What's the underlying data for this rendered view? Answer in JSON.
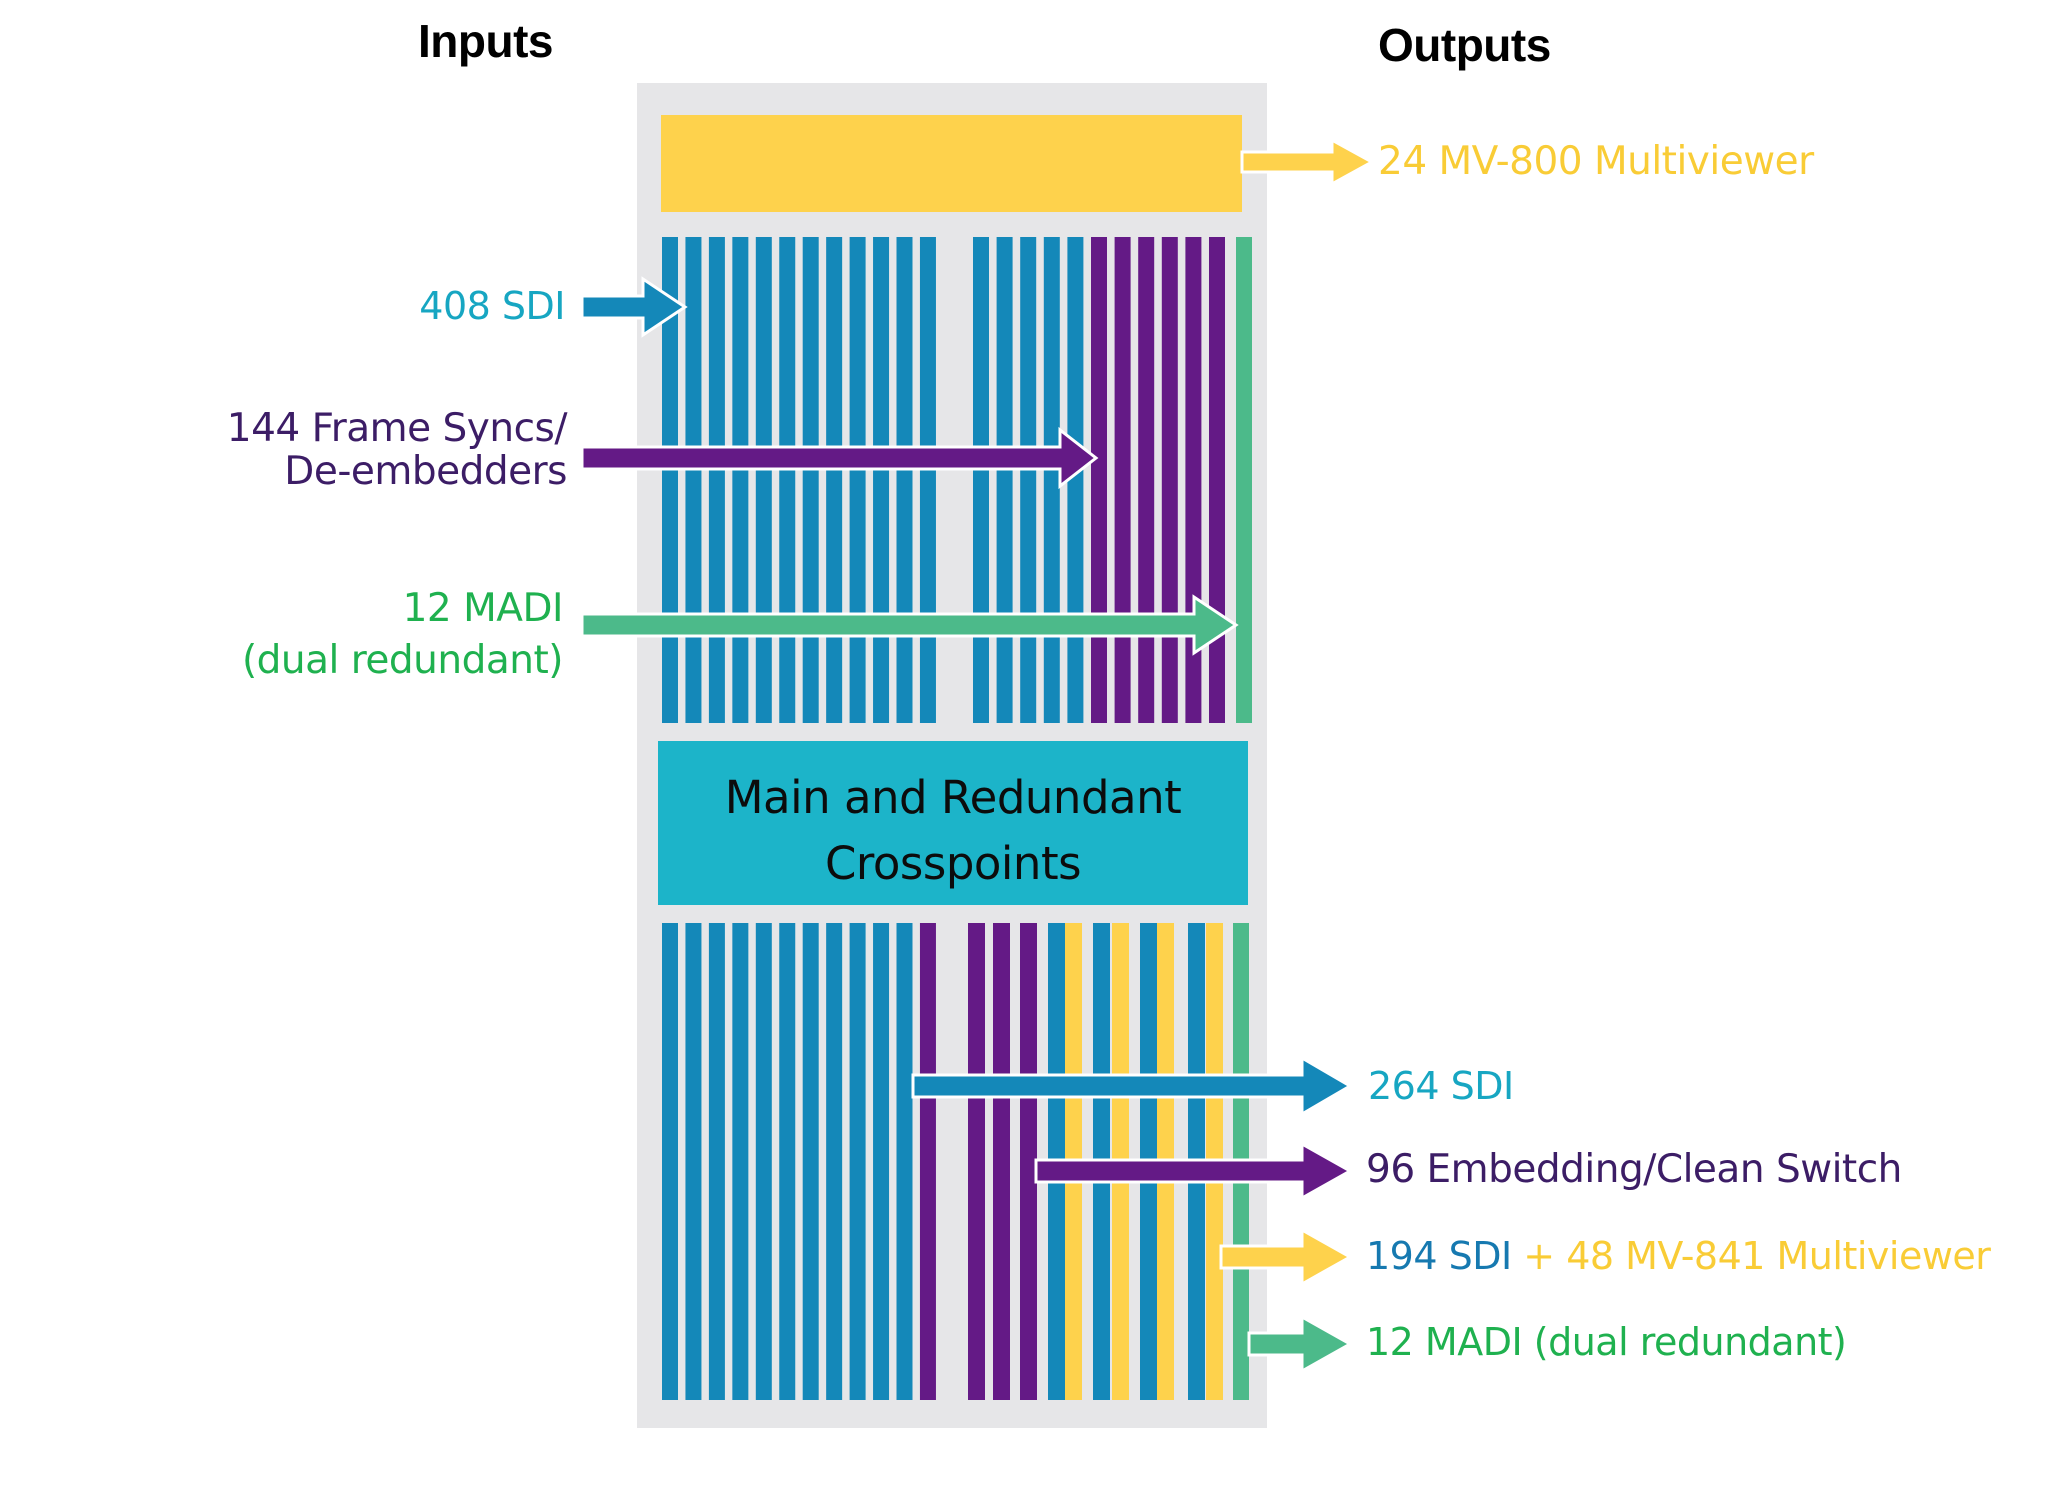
{
  "headings": {
    "inputs": "Inputs",
    "outputs": "Outputs"
  },
  "colors": {
    "panel": "#e6e6e8",
    "blue": "#1488b9",
    "purple": "#641a86",
    "green": "#4cba8a",
    "yellow": "#fed24c",
    "crosspoint": "#1cb4c9",
    "label_teal": "#17a6c2",
    "label_blue": "#1679b0",
    "label_purple": "#3c1d66",
    "label_green": "#1fb14f",
    "label_yellow": "#f9cc36"
  },
  "crosspoint": {
    "line1": "Main and Redundant",
    "line2": "Crosspoints"
  },
  "inputs": [
    {
      "id": "sdi",
      "lines": [
        "408 SDI"
      ],
      "color_key": "label_teal",
      "arrow_color": "blue"
    },
    {
      "id": "frame-syncs",
      "lines": [
        "144 Frame Syncs/",
        "De-embedders"
      ],
      "color_key": "label_purple",
      "arrow_color": "purple"
    },
    {
      "id": "madi",
      "lines": [
        "12 MADI",
        "(dual redundant)"
      ],
      "color_key": "label_green",
      "arrow_color": "green"
    }
  ],
  "outputs": [
    {
      "id": "mv800",
      "parts": [
        {
          "text": "24 MV-800 Multiviewer",
          "color_key": "label_yellow"
        }
      ],
      "arrow_color": "yellow"
    },
    {
      "id": "sdi",
      "parts": [
        {
          "text": "264 SDI",
          "color_key": "label_teal"
        }
      ],
      "arrow_color": "blue"
    },
    {
      "id": "embedding",
      "parts": [
        {
          "text": "96 Embedding/Clean Switch",
          "color_key": "label_purple"
        }
      ],
      "arrow_color": "purple"
    },
    {
      "id": "sdi-mv841",
      "parts": [
        {
          "text": "194 SDI",
          "color_key": "label_blue"
        },
        {
          "text": " + 48 MV-841 Multiviewer",
          "color_key": "label_yellow"
        }
      ],
      "arrow_color": "yellow"
    },
    {
      "id": "madi",
      "parts": [
        {
          "text": "12 MADI (dual redundant)",
          "color_key": "label_green"
        }
      ],
      "arrow_color": "green"
    }
  ],
  "stripes": {
    "upper": {
      "left_group": [
        "blue",
        "blue",
        "blue",
        "blue",
        "blue",
        "blue",
        "blue",
        "blue",
        "blue",
        "blue",
        "blue",
        "blue"
      ],
      "right_group": [
        "blue",
        "blue",
        "blue",
        "blue",
        "blue",
        "purple",
        "purple",
        "purple",
        "purple",
        "purple",
        "purple"
      ],
      "madi": [
        "green"
      ]
    },
    "lower": {
      "left_group": [
        "blue",
        "blue",
        "blue",
        "blue",
        "blue",
        "blue",
        "blue",
        "blue",
        "blue",
        "blue",
        "blue",
        "purple"
      ],
      "right_group": [
        "purple",
        "purple",
        "purple",
        "blue",
        "yellow",
        "blue",
        "yellow",
        "blue",
        "yellow",
        "blue",
        "yellow"
      ],
      "madi": [
        "green"
      ]
    }
  }
}
